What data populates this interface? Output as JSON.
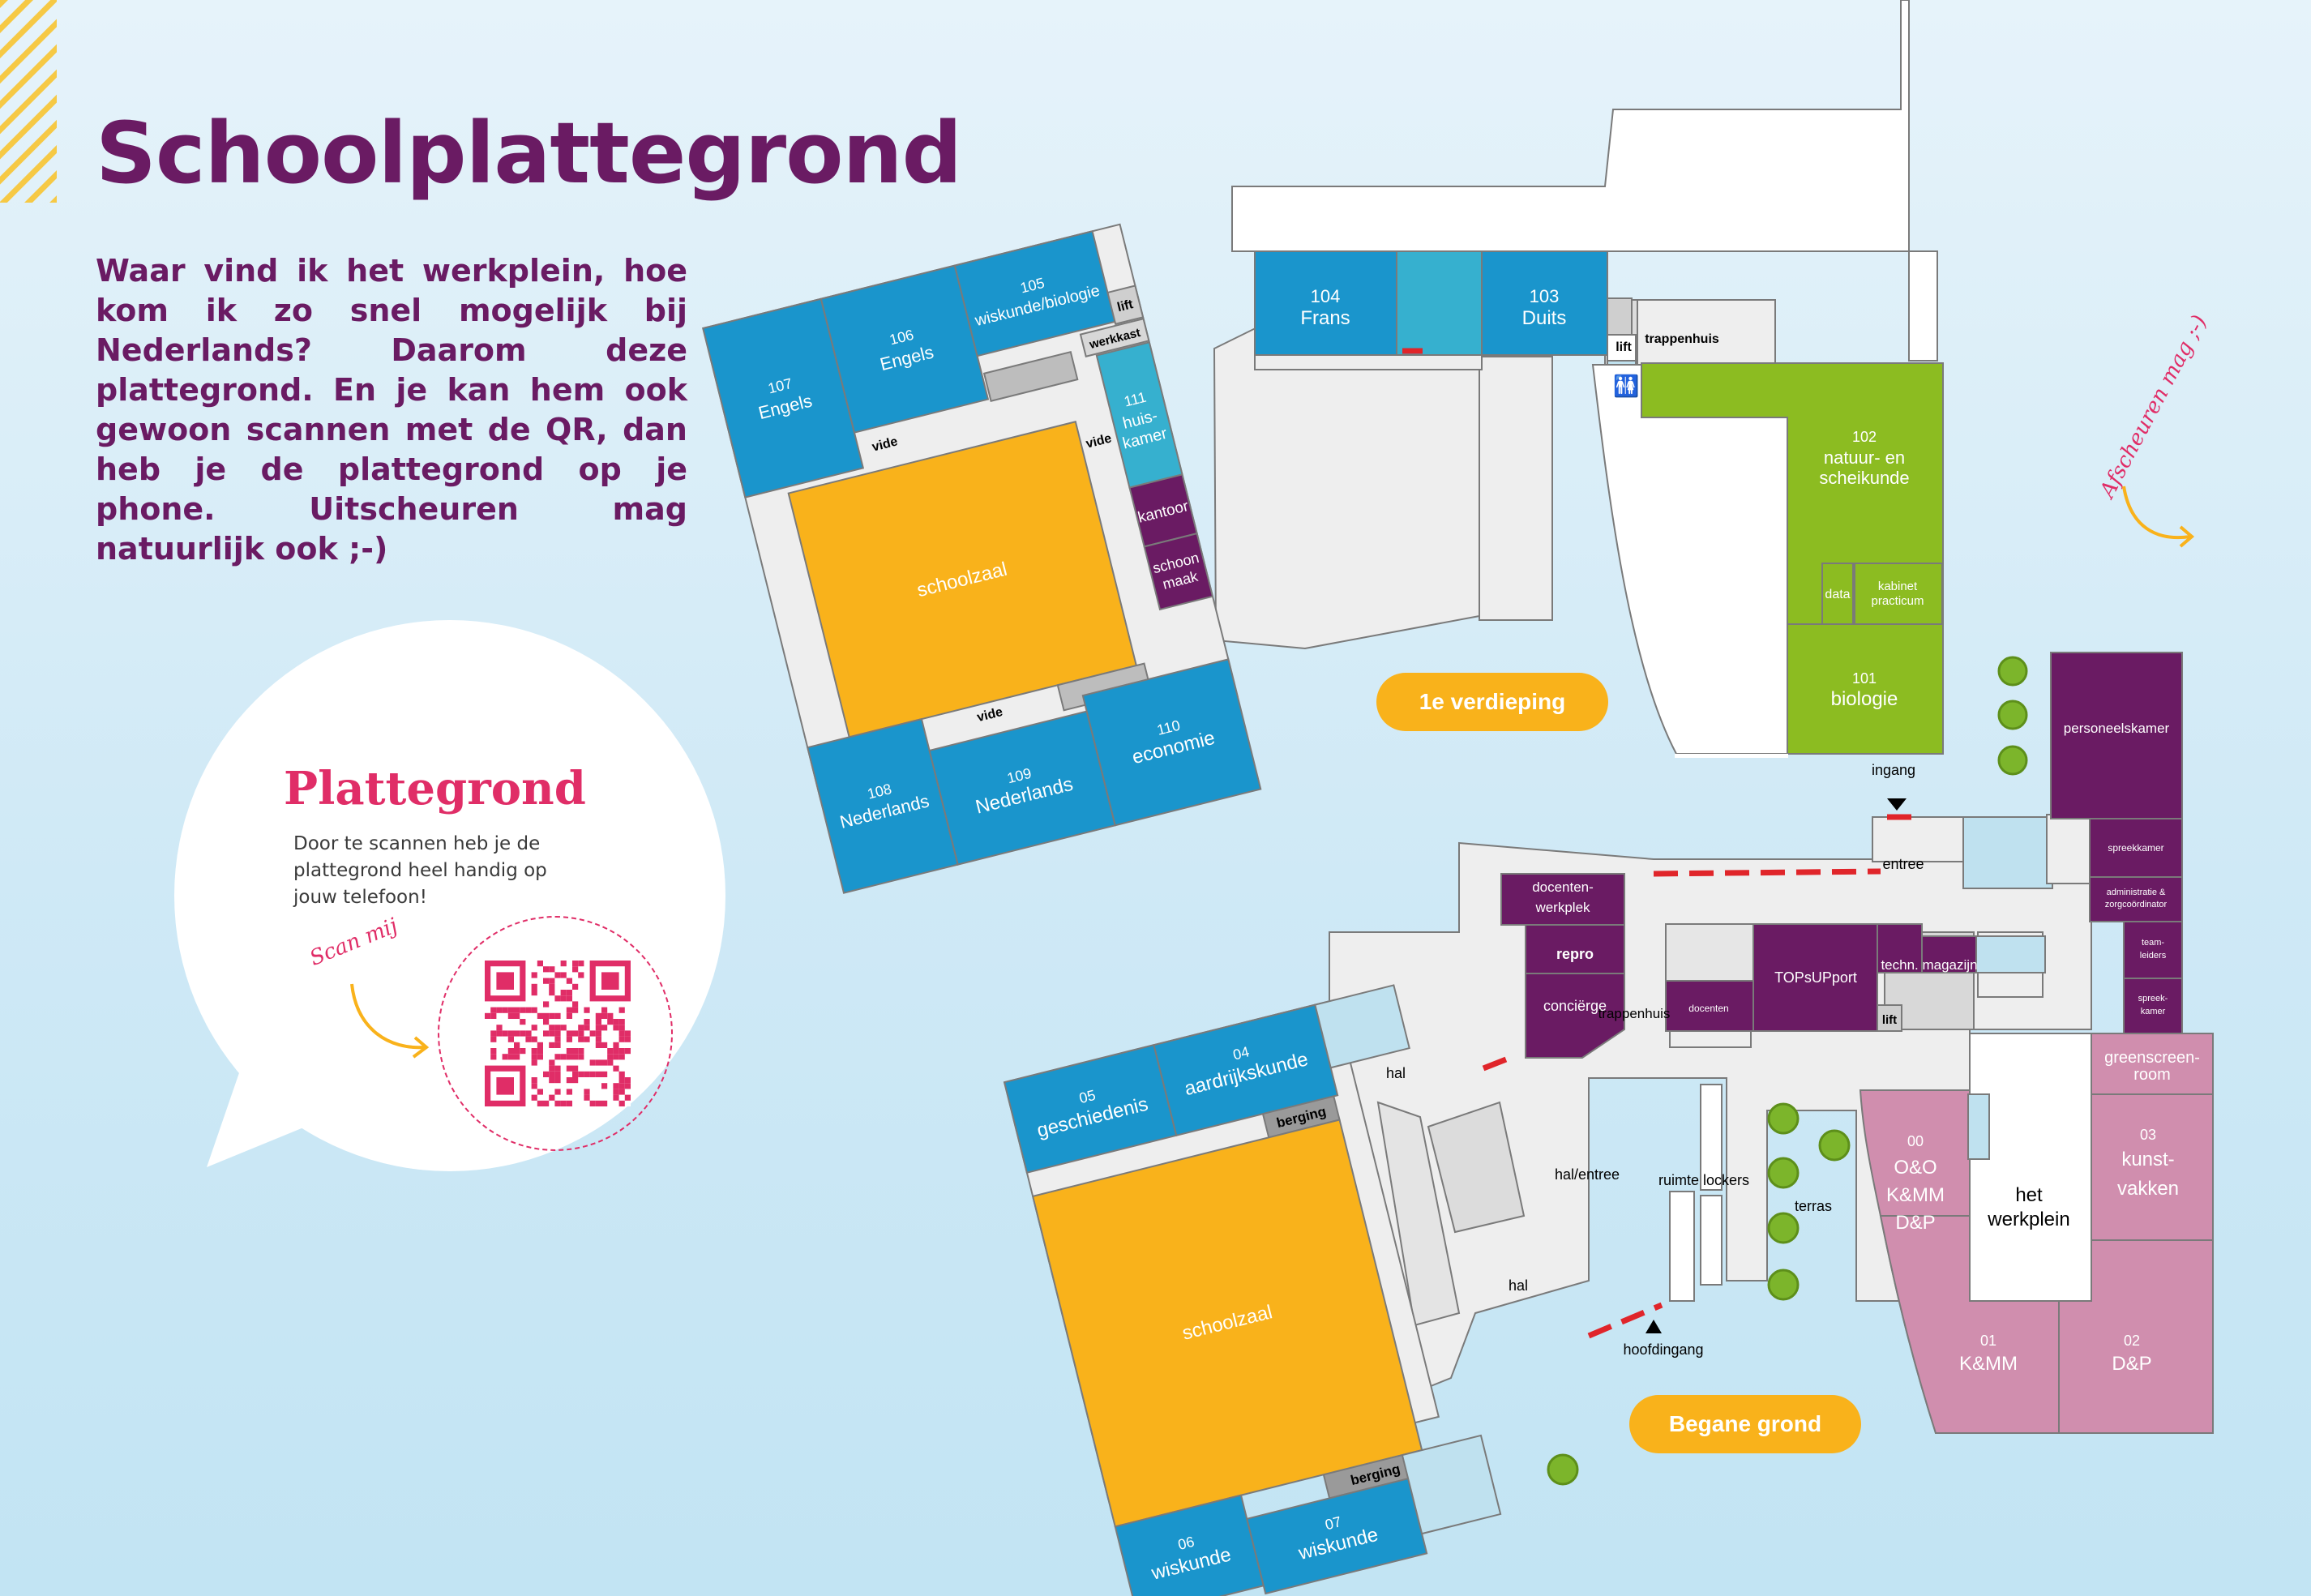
{
  "title": "Schoolplattegrond",
  "intro": "Waar vind ik het werkplein, hoe kom ik zo snel mogelijk bij Nederlands? Daarom deze plattegrond. En je kan hem ook gewoon scannen met de QR, dan heb je de plattegrond op je phone. Uitscheuren mag natuurlijk ook ;-)",
  "bubble": {
    "title": "Plattegrond",
    "text": "Door te scannen heb je de plattegrond heel handig op jouw telefoon!",
    "scan_label": "Scan mij"
  },
  "tear_note": "Afscheuren mag ;-)",
  "floors": {
    "first": {
      "label": "1e verdieping",
      "rooms": {
        "r104": {
          "num": "104",
          "name": "Frans"
        },
        "r103": {
          "num": "103",
          "name": "Duits"
        },
        "r105": {
          "num": "105",
          "name": "wiskunde/biologie"
        },
        "r106": {
          "num": "106",
          "name": "Engels"
        },
        "r107": {
          "num": "107",
          "name": "Engels"
        },
        "r108": {
          "num": "108",
          "name": "Nederlands"
        },
        "r109": {
          "num": "109",
          "name": "Nederlands"
        },
        "r110": {
          "num": "110",
          "name": "economie"
        },
        "r111": {
          "num": "111",
          "name1": "huis-",
          "name2": "kamer"
        },
        "r102": {
          "num": "102",
          "name1": "natuur- en",
          "name2": "scheikunde"
        },
        "r101": {
          "num": "101",
          "name": "biologie"
        },
        "schoolzaal": "schoolzaal",
        "kantoor": "kantoor",
        "schoonmaak1": "schoon",
        "schoonmaak2": "maak",
        "werkkast": "werkkast",
        "lift_a": "lift",
        "lift_b": "lift",
        "trappenhuis": "trappenhuis",
        "data": "data",
        "kabinet1": "kabinet",
        "kabinet2": "practicum",
        "vide_a": "vide",
        "vide_b": "vide",
        "vide_c": "vide"
      }
    },
    "ground": {
      "label": "Begane grond",
      "rooms": {
        "r04": {
          "num": "04",
          "name": "aardrijkskunde"
        },
        "r05": {
          "num": "05",
          "name": "geschiedenis"
        },
        "r06": {
          "num": "06",
          "name": "wiskunde"
        },
        "r07": {
          "num": "07",
          "name": "wiskunde"
        },
        "r00": {
          "num": "00",
          "l1": "O&O",
          "l2": "K&MM",
          "l3": "D&P"
        },
        "r01": {
          "num": "01",
          "name": "K&MM"
        },
        "r02": {
          "num": "02",
          "name": "D&P"
        },
        "r03": {
          "num": "03",
          "l1": "kunst-",
          "l2": "vakken"
        },
        "schoolzaal": "schoolzaal",
        "berging_a": "berging",
        "berging_b": "berging",
        "docentenwerkplek1": "docenten-",
        "docentenwerkplek2": "werkplek",
        "repro": "repro",
        "concierge": "conciërge",
        "topsupport": "TOPsUPport",
        "docenten": "docenten",
        "techn": "techn. magazijn",
        "trappenhuis": "trappenhuis",
        "lift": "lift",
        "personeelskamer": "personeelskamer",
        "spreekkamer_a": "spreekkamer",
        "admin1": "administratie &",
        "admin2": "zorgcoördinator",
        "team1": "team-",
        "team2": "leiders",
        "spreekkamer_b1": "spreek-",
        "spreekkamer_b2": "kamer",
        "greenscreen1": "greenscreen-",
        "greenscreen2": "room",
        "werkplein1": "het",
        "werkplein2": "werkplein",
        "hal_a": "hal",
        "hal_b": "hal",
        "halentree": "hal/entree",
        "lockers": "ruimte lockers",
        "terras": "terras",
        "entree": "entree",
        "ingang": "ingang",
        "hoofdingang": "hoofdingang"
      }
    }
  },
  "colors": {
    "blue": "#1a95cc",
    "teal": "#36b0cf",
    "orange": "#f9b21b",
    "purple": "#6a1b63",
    "green": "#8cbc21",
    "pink": "#d08eae",
    "corridor": "#eeeeee",
    "accent_red": "#e02d67"
  }
}
